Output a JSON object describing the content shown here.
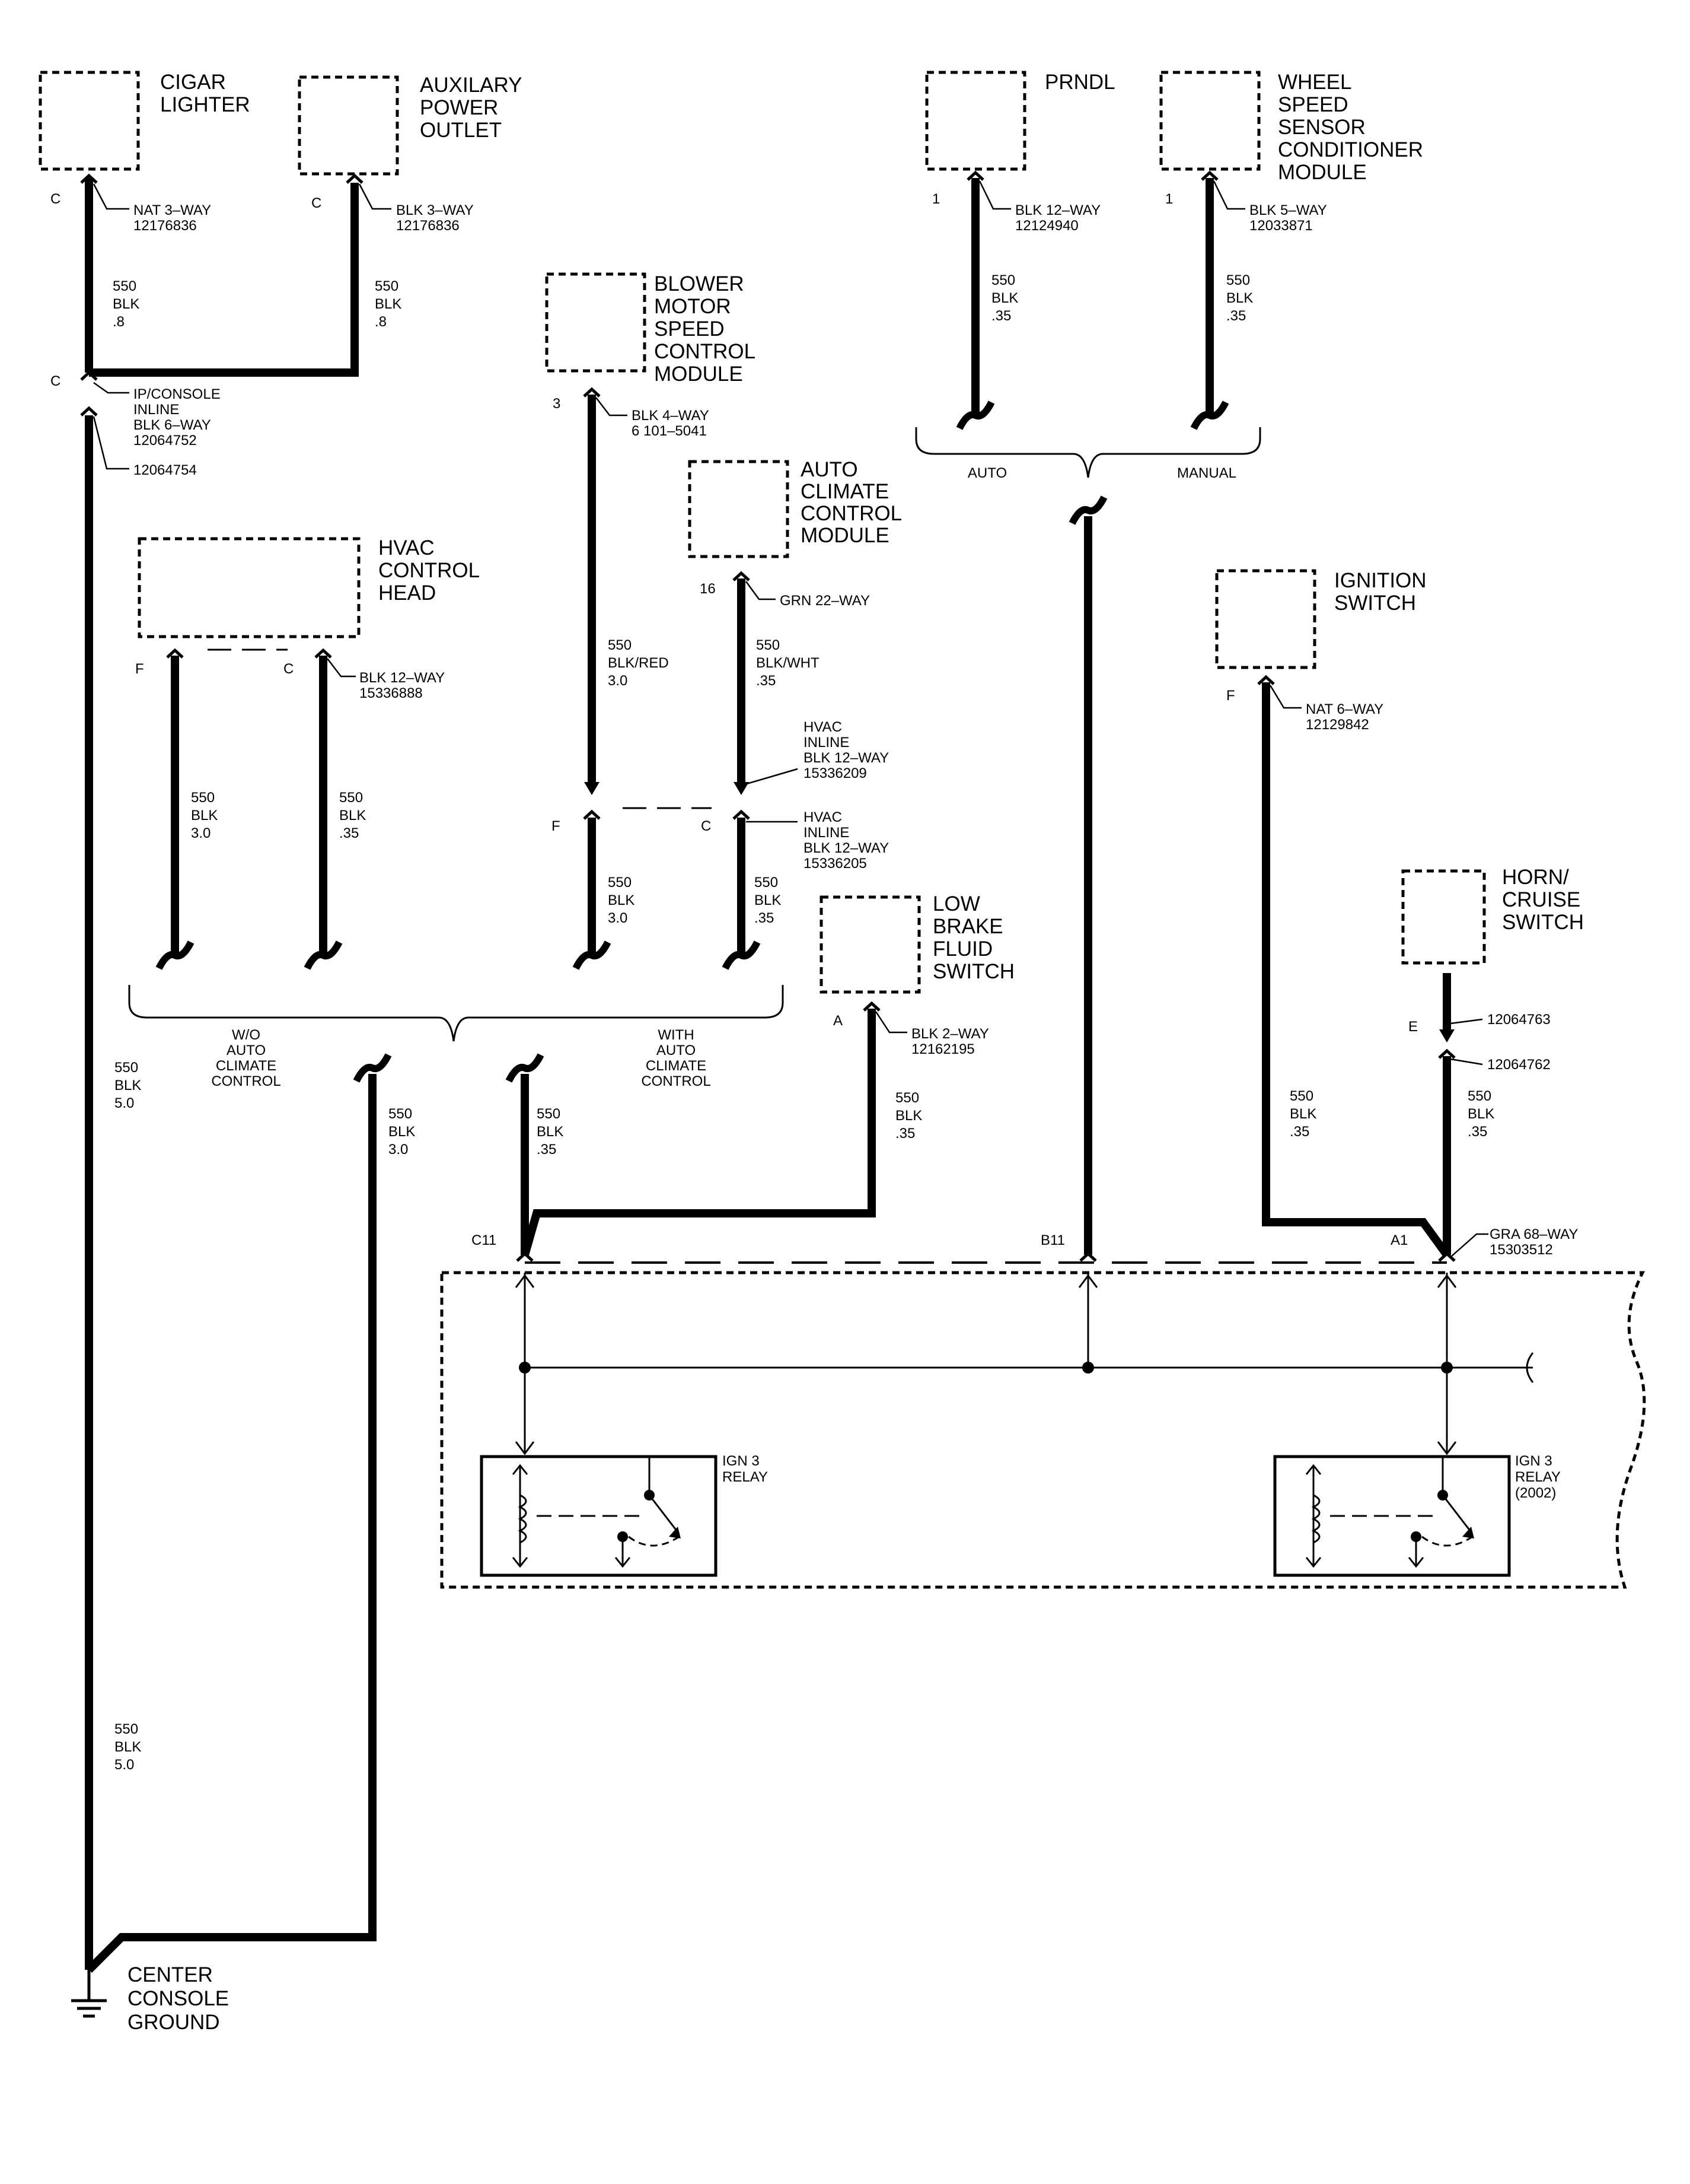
{
  "components": {
    "cigar_lighter": {
      "line1": "CIGAR",
      "line2": "LIGHTER"
    },
    "aux_power_outlet": {
      "line1": "AUXILARY",
      "line2": "POWER",
      "line3": "OUTLET"
    },
    "blower_motor": {
      "line1": "BLOWER",
      "line2": "MOTOR",
      "line3": "SPEED",
      "line4": "CONTROL",
      "line5": "MODULE"
    },
    "auto_climate": {
      "line1": "AUTO",
      "line2": "CLIMATE",
      "line3": "CONTROL",
      "line4": "MODULE"
    },
    "hvac_head": {
      "line1": "HVAC",
      "line2": "CONTROL",
      "line3": "HEAD"
    },
    "prndl": {
      "line1": "PRNDL"
    },
    "wheel_speed": {
      "line1": "WHEEL",
      "line2": "SPEED",
      "line3": "SENSOR",
      "line4": "CONDITIONER",
      "line5": "MODULE"
    },
    "ignition_switch": {
      "line1": "IGNITION",
      "line2": "SWITCH"
    },
    "low_brake": {
      "line1": "LOW",
      "line2": "BRAKE",
      "line3": "FLUID",
      "line4": "SWITCH"
    },
    "horn_cruise": {
      "line1": "HORN/",
      "line2": "CRUISE",
      "line3": "SWITCH"
    },
    "ground": {
      "line1": "CENTER",
      "line2": "CONSOLE",
      "line3": "GROUND"
    }
  },
  "connectors": {
    "cigar": {
      "pin": "C",
      "line1": "NAT 3–WAY",
      "line2": "12176836"
    },
    "aux": {
      "pin": "C",
      "line1": "BLK 3–WAY",
      "line2": "12176836"
    },
    "ipconsole": {
      "pin": "C",
      "line1": "IP/CONSOLE",
      "line2": "INLINE",
      "line3": "BLK 6–WAY",
      "line4": "12064752",
      "line5": "12064754"
    },
    "blower": {
      "pin": "3",
      "line1": "BLK 4–WAY",
      "line2": "6 101–5041"
    },
    "auto_climate": {
      "pin": "16",
      "line1": "GRN 22–WAY"
    },
    "hvac_head": {
      "pin_f": "F",
      "pin_c": "C",
      "line1": "BLK 12–WAY",
      "line2": "15336888"
    },
    "hvac_inline_top": {
      "line1": "HVAC",
      "line2": "INLINE",
      "line3": "BLK 12–WAY",
      "line4": "15336209"
    },
    "hvac_inline_bot": {
      "pin_f": "F",
      "pin_c": "C",
      "line1": "HVAC",
      "line2": "INLINE",
      "line3": "BLK 12–WAY",
      "line4": "15336205"
    },
    "prndl": {
      "pin": "1",
      "line1": "BLK 12–WAY",
      "line2": "12124940"
    },
    "wheel": {
      "pin": "1",
      "line1": "BLK 5–WAY",
      "line2": "12033871"
    },
    "ignition": {
      "pin": "F",
      "line1": "NAT 6–WAY",
      "line2": "12129842"
    },
    "low_brake": {
      "pin": "A",
      "line1": "BLK 2–WAY",
      "line2": "12162195"
    },
    "horn": {
      "pin": "E",
      "line1": "12064763",
      "line2": "12064762"
    },
    "bcm": {
      "pin_c11": "C11",
      "pin_b11": "B11",
      "pin_a1": "A1",
      "line1": "GRA 68–WAY",
      "line2": "15303512"
    }
  },
  "wires": {
    "cigar": {
      "circuit": "550",
      "color": "BLK",
      "gauge": ".8"
    },
    "aux": {
      "circuit": "550",
      "color": "BLK",
      "gauge": ".8"
    },
    "blower": {
      "circuit": "550",
      "color": "BLK/RED",
      "gauge": "3.0"
    },
    "auto_climate": {
      "circuit": "550",
      "color": "BLK/WHT",
      "gauge": ".35"
    },
    "hvac_f": {
      "circuit": "550",
      "color": "BLK",
      "gauge": "3.0"
    },
    "hvac_c": {
      "circuit": "550",
      "color": "BLK",
      "gauge": ".35"
    },
    "inline_f": {
      "circuit": "550",
      "color": "BLK",
      "gauge": "3.0"
    },
    "inline_c": {
      "circuit": "550",
      "color": "BLK",
      "gauge": ".35"
    },
    "prndl": {
      "circuit": "550",
      "color": "BLK",
      "gauge": ".35"
    },
    "wheel": {
      "circuit": "550",
      "color": "BLK",
      "gauge": ".35"
    },
    "main_upper": {
      "circuit": "550",
      "color": "BLK",
      "gauge": "5.0"
    },
    "main_lower": {
      "circuit": "550",
      "color": "BLK",
      "gauge": "5.0"
    },
    "ground_return": {
      "circuit": "550",
      "color": "BLK",
      "gauge": "3.0"
    },
    "climate_sel": {
      "circuit": "550",
      "color": "BLK",
      "gauge": ".35"
    },
    "low_brake": {
      "circuit": "550",
      "color": "BLK",
      "gauge": ".35"
    },
    "ignition": {
      "circuit": "550",
      "color": "BLK",
      "gauge": ".35"
    },
    "horn": {
      "circuit": "550",
      "color": "BLK",
      "gauge": ".35"
    }
  },
  "options": {
    "wo_auto": {
      "line1": "W/O",
      "line2": "AUTO",
      "line3": "CLIMATE",
      "line4": "CONTROL"
    },
    "with_auto": {
      "line1": "WITH",
      "line2": "AUTO",
      "line3": "CLIMATE",
      "line4": "CONTROL"
    },
    "auto": "AUTO",
    "manual": "MANUAL"
  },
  "relays": {
    "left": {
      "line1": "IGN 3",
      "line2": "RELAY"
    },
    "right": {
      "line1": "IGN 3",
      "line2": "RELAY",
      "line3": "(2002)"
    }
  }
}
